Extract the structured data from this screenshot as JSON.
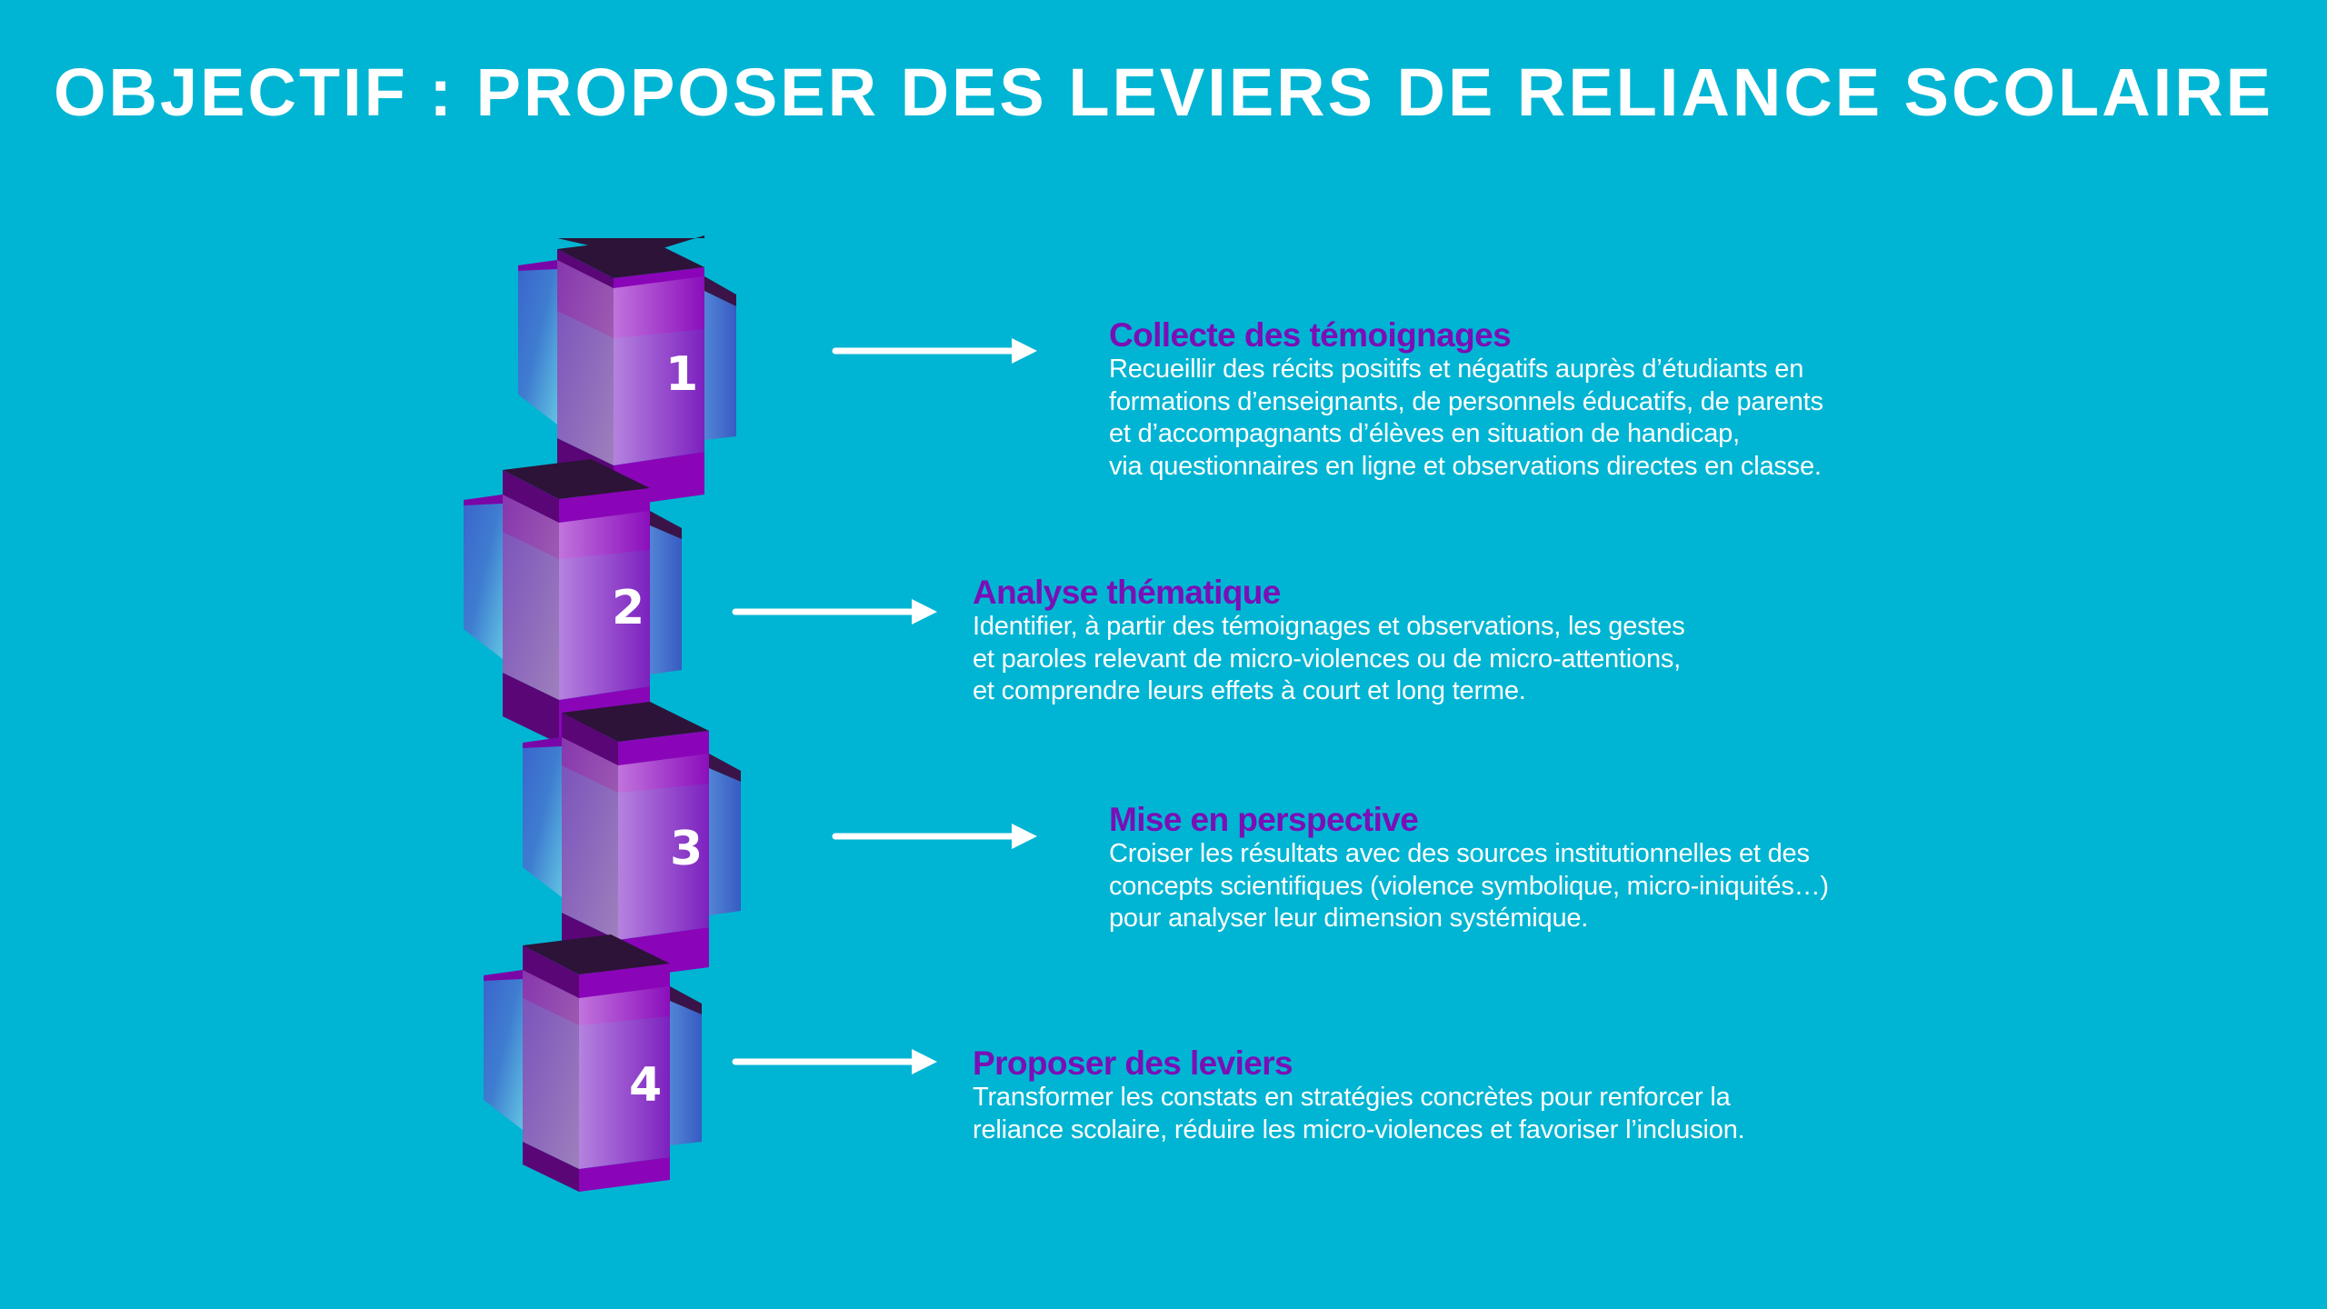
{
  "title": "OBJECTIF : PROPOSER DES LEVIERS DE RELIANCE SCOLAIRE",
  "colors": {
    "background": "#00b5d3",
    "heading_accent": "#7a0fb6",
    "cube_purple": "#8a05b8",
    "cube_dark": "#5a0677",
    "cube_top": "#2c1337",
    "glass_blue": "#3f5fc8",
    "text": "#ffffff"
  },
  "steps": [
    {
      "number": "1",
      "title": "Collecte des témoignages",
      "description": "Recueillir des récits positifs et négatifs auprès d’étudiants en\nformations d’enseignants, de personnels éducatifs, de parents\net d’accompagnants d’élèves en situation de handicap,\nvia questionnaires en ligne et observations directes en classe."
    },
    {
      "number": "2",
      "title": "Analyse thématique",
      "description": "Identifier, à partir des témoignages et observations, les gestes\net paroles relevant de micro-violences ou de micro-attentions,\net comprendre leurs effets à court et long terme."
    },
    {
      "number": "3",
      "title": "Mise en perspective",
      "description": "Croiser les résultats avec des sources institutionnelles et des\nconcepts scientifiques (violence symbolique, micro-iniquités…)\npour analyser leur dimension systémique."
    },
    {
      "number": "4",
      "title": "Proposer des leviers",
      "description": "Transformer les constats en stratégies concrètes pour renforcer la\nreliance scolaire, réduire les micro-violences et favoriser l’inclusion."
    }
  ],
  "icons": {
    "arrow": "arrow-right-icon",
    "cube": "cube-icon"
  }
}
